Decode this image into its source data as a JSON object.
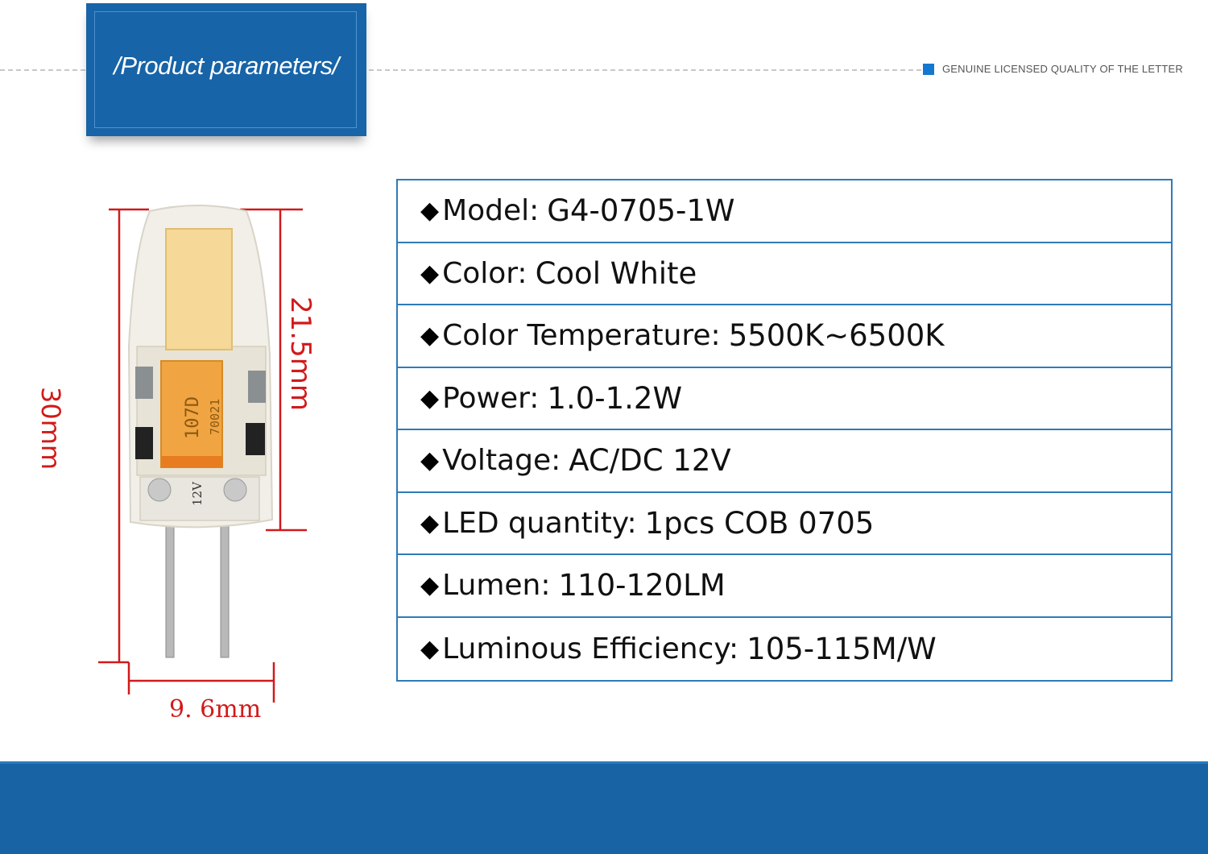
{
  "header": {
    "title": "/Product parameters/",
    "tagline": "GENUINE LICENSED QUALITY OF THE LETTER"
  },
  "diagram": {
    "total_height": "30mm",
    "body_height": "21.5mm",
    "width": "9. 6mm",
    "capacitor_code": "107D",
    "capacitor_sub": "70021",
    "voltage_mark": "12V"
  },
  "specs": [
    {
      "label": "Model:",
      "value": "G4-0705-1W"
    },
    {
      "label": "Color:",
      "value": "Cool White"
    },
    {
      "label": "Color Temperature:",
      "value": "5500K~6500K"
    },
    {
      "label": "Power:",
      "value": "1.0-1.2W"
    },
    {
      "label": "Voltage:",
      "value": "AC/DC 12V"
    },
    {
      "label": "LED quantity:",
      "value": "1pcs COB 0705"
    },
    {
      "label": "Lumen:",
      "value": "110-120LM"
    },
    {
      "label": "Luminous Efficiency:",
      "value": "105-115M/W"
    }
  ],
  "colors": {
    "brand_blue": "#1764a8",
    "table_border": "#2e7bb8",
    "dimension_red": "#d11a1a"
  }
}
